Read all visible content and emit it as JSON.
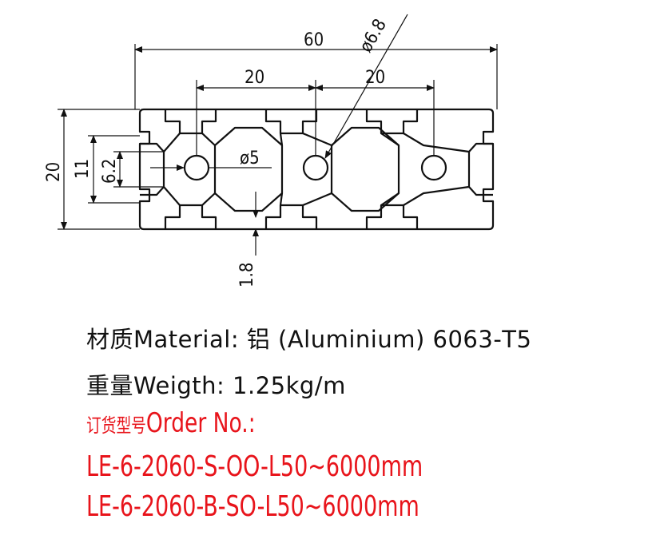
{
  "dimensions": {
    "overall_width": "60",
    "pitch_left": "20",
    "pitch_right": "20",
    "height": "20",
    "slot_opening": "11",
    "slot_inner": "6.2",
    "center_hole": "ø5",
    "large_hole": "ø6.8",
    "wall": "1.8"
  },
  "specs": {
    "material": "材质Material: 铝 (Aluminium) 6063-T5",
    "weight": "重量Weigth: 1.25kg/m"
  },
  "order": {
    "label_cn": "订货型号",
    "label_en": "Order No.:",
    "codes": [
      "LE-6-2060-S-OO-L50~6000mm",
      "LE-6-2060-B-SO-L50~6000mm"
    ]
  },
  "colors": {
    "text": "#111111",
    "accent": "#e8141b"
  }
}
